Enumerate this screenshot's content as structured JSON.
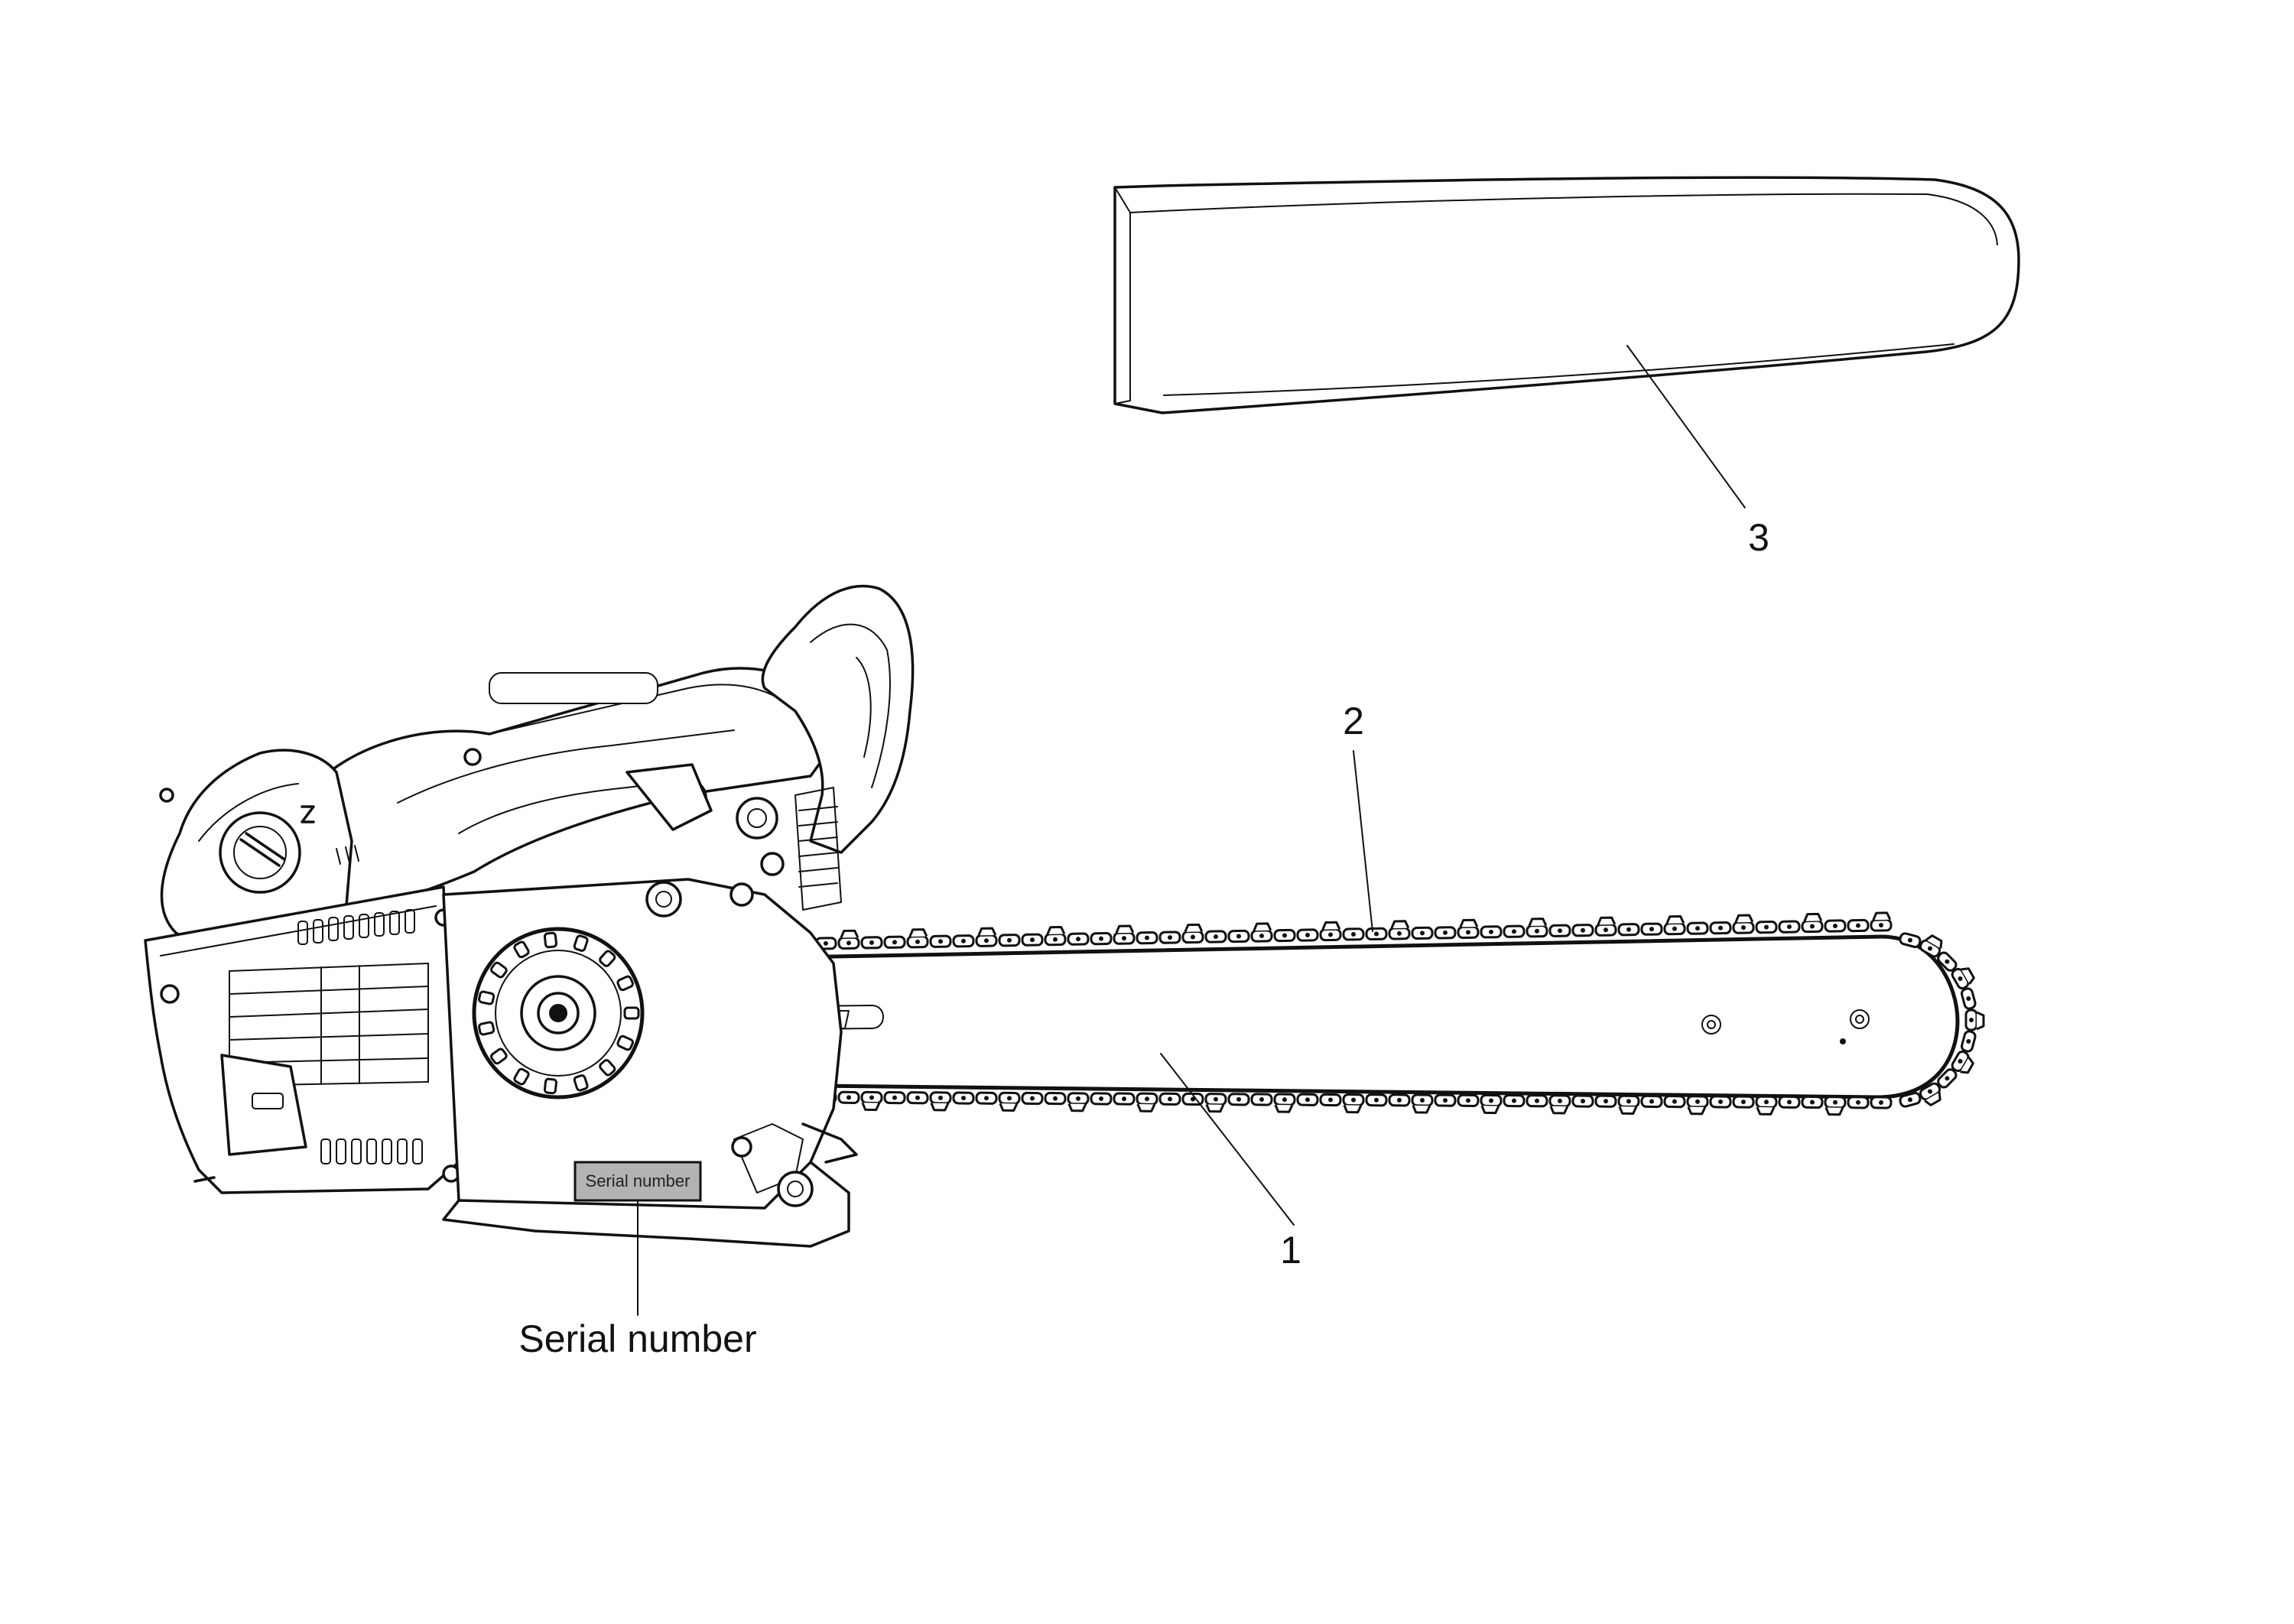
{
  "callouts": [
    {
      "id": "1",
      "label": "1"
    },
    {
      "id": "2",
      "label": "2"
    },
    {
      "id": "3",
      "label": "3"
    }
  ],
  "serial": {
    "plate_label": "Serial number",
    "caption": "Serial number"
  },
  "colors": {
    "ink": "#111111",
    "plate_fill": "#b3b3b3",
    "background": "#ffffff"
  }
}
